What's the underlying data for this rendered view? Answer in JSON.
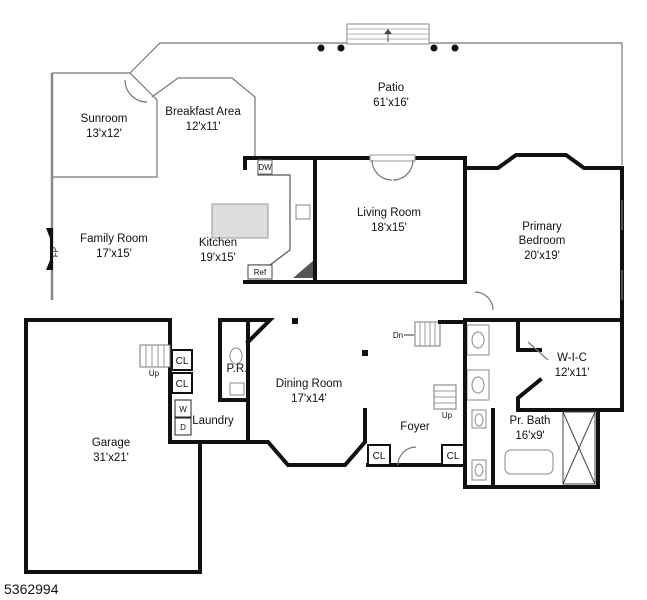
{
  "rooms": {
    "patio": {
      "name": "Patio",
      "size": "61'x16'"
    },
    "sunroom": {
      "name": "Sunroom",
      "size": "13'x12'"
    },
    "breakfast_area": {
      "name": "Breakfast Area",
      "size": "12'x11'"
    },
    "family_room": {
      "name": "Family Room",
      "size": "17'x15'"
    },
    "kitchen": {
      "name": "Kitchen",
      "size": "19'x15'"
    },
    "living_room": {
      "name": "Living Room",
      "size": "18'x15'"
    },
    "primary_bedroom": {
      "name_line1": "Primary",
      "name_line2": "Bedroom",
      "size": "20'x19'"
    },
    "wic": {
      "name": "W-I-C",
      "size": "12'x11'"
    },
    "garage": {
      "name": "Garage",
      "size": "31'x21'"
    },
    "dining_room": {
      "name": "Dining Room",
      "size": "17'x14'"
    },
    "foyer": {
      "name": "Foyer"
    },
    "pr_bath": {
      "name": "Pr. Bath",
      "size": "16'x9'"
    },
    "laundry": {
      "name": "Laundry"
    },
    "powder_room": {
      "name": "P.R."
    }
  },
  "markers": {
    "dn": "Dn",
    "up": "Up",
    "closet": "CL",
    "fireplace": "FP",
    "dishwasher": "DW",
    "refrigerator": "Ref",
    "washer": "W",
    "dryer": "D"
  },
  "listing_id": "5362994"
}
